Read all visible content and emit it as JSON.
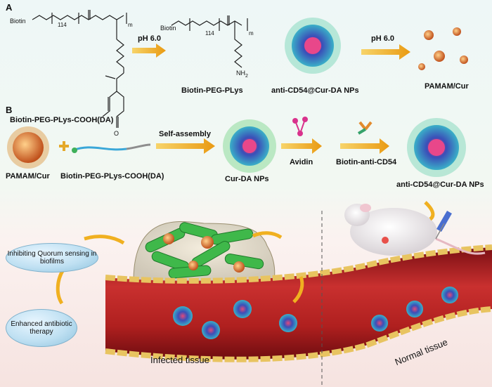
{
  "panel_a": {
    "label": "A",
    "biotin_label_1": "Biotin",
    "repeat_1": "114",
    "sub_m_1": "m",
    "oxygen": "O",
    "biotin_label_2": "Biotin",
    "repeat_2": "114",
    "sub_m_2": "m",
    "nh2": "NH",
    "nh2_sub": "2",
    "arrow1_label": "pH 6.0",
    "arrow2_label": "pH 6.0",
    "compound1": "Biotin-PEG-PLys-COOH(DA)",
    "compound2": "Biotin-PEG-PLys",
    "compound3": "anti-CD54@Cur-DA NPs",
    "compound4": "PAMAM/Cur"
  },
  "panel_b": {
    "label": "B",
    "plus": "+",
    "pamam": "PAMAM/Cur",
    "polymer": "Biotin-PEG-PLys-COOH(DA)",
    "self_assembly": "Self-assembly",
    "cur_np": "Cur-DA NPs",
    "avidin": "Avidin",
    "biotin_anti": "Biotin-anti-CD54",
    "final_np": "anti-CD54@Cur-DA NPs"
  },
  "bottom": {
    "quorum": "Inhibiting Quorum sensing in biofilms",
    "antibiotic": "Enhanced antibiotic therapy",
    "infected": "Infected tissue",
    "normal": "Normal tissue"
  },
  "colors": {
    "arrow": "#f0b020",
    "vessel": "#c0262c",
    "bacteria": "#3fb84a",
    "np_core": "#e0783a"
  }
}
